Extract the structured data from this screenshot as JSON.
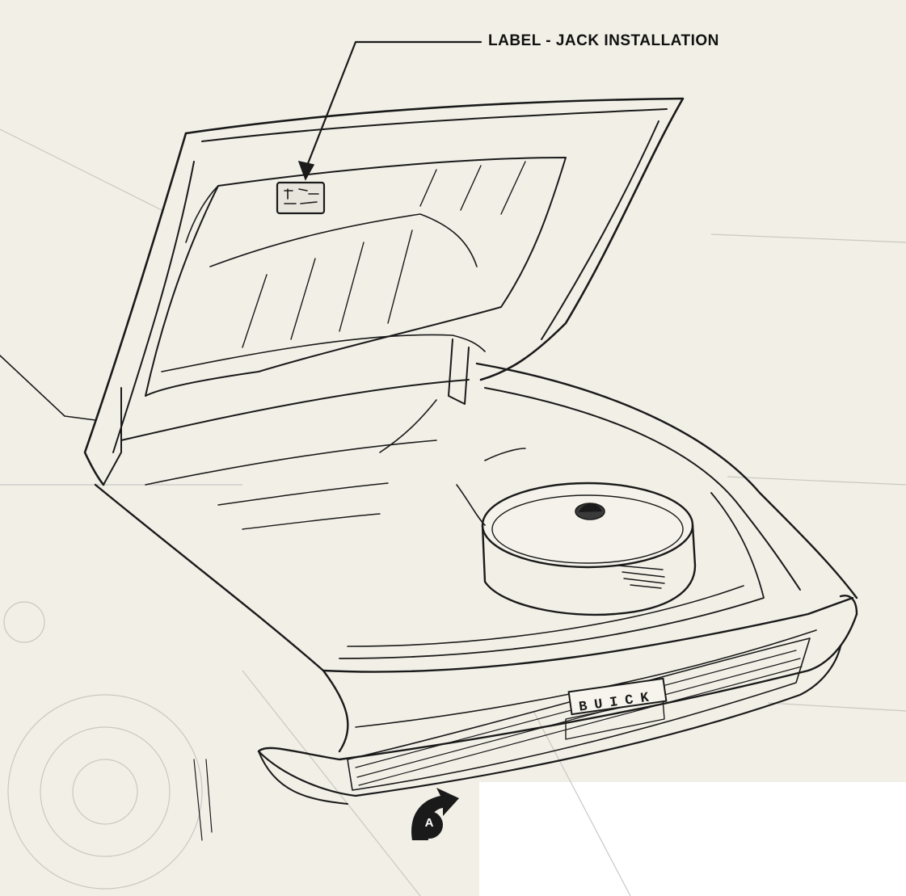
{
  "callout": {
    "label": "LABEL - JACK INSTALLATION"
  },
  "badge": {
    "text": "BUICK"
  },
  "view": {
    "letter": "A"
  },
  "colors": {
    "ink": "#1a1a1a",
    "paper": "#f1efe6",
    "ghost": "#c9c8c2"
  }
}
